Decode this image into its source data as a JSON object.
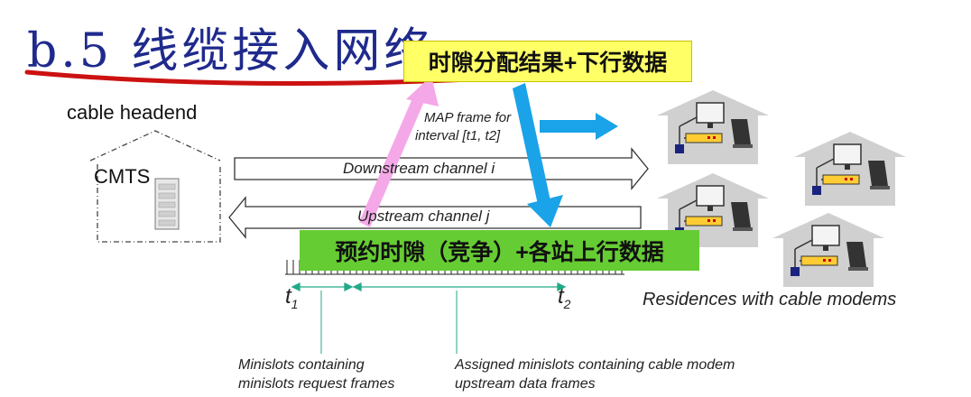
{
  "title": "b.5 线缆接入网络",
  "headend_label": "cable headend",
  "cmts_label": "CMTS",
  "map_frame_label": {
    "line1": "MAP frame for",
    "line2": "interval [t1, t2]"
  },
  "downstream_label": "Downstream channel i",
  "upstream_label": "Upstream channel j",
  "yellow_callout": "时隙分配结果+下行数据",
  "green_callout": "预约时隙（竞争）+各站上行数据",
  "residences_label": "Residences with cable modems",
  "t1_label": "t",
  "t1_sub": "1",
  "t2_label": "t",
  "t2_sub": "2",
  "minislots_request": {
    "line1": "Minislots containing",
    "line2": "minislots request frames"
  },
  "minislots_assigned": {
    "line1": "Assigned minislots containing cable modem",
    "line2": "upstream data frames"
  },
  "colors": {
    "title": "#1f2a8c",
    "underline": "#cc1111",
    "yellow": "#ffff66",
    "green": "#66cc33",
    "blue_arrow": "#1aa3e8",
    "pink_arrow": "#f5a8e8",
    "teal": "#22aa88"
  }
}
